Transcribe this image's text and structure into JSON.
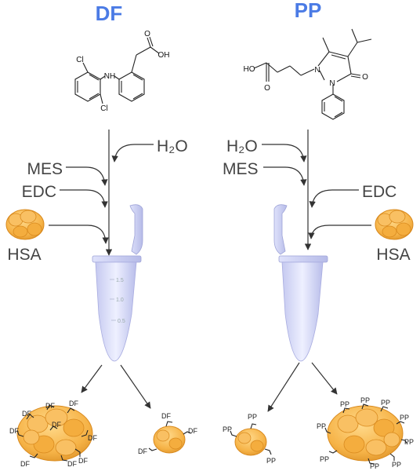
{
  "titles": {
    "left": "DF",
    "right": "PP",
    "color": "#4b7be5"
  },
  "molecule_left": {
    "atoms": {
      "cl_top": "Cl",
      "nh": "NH",
      "cl_bottom": "Cl",
      "o": "O",
      "oh": "OH"
    }
  },
  "molecule_right": {
    "atoms": {
      "ho": "HO",
      "o_acid": "O",
      "n1": "N",
      "n2": "N",
      "o_ketone": "O"
    }
  },
  "reagents_left": {
    "water": "H₂O",
    "mes": "MES",
    "edc": "EDC",
    "protein": "HSA"
  },
  "reagents_right": {
    "water": "H₂O",
    "mes": "MES",
    "edc": "EDC",
    "protein": "HSA"
  },
  "tube_scale": [
    "1.5",
    "1.0",
    "0.5"
  ],
  "conjugates": {
    "left_tag": "DF",
    "right_tag": "PP"
  },
  "colors": {
    "protein_fill": "#f6b347",
    "protein_stroke": "#d98a1e",
    "tube": "#d9dcf7"
  }
}
